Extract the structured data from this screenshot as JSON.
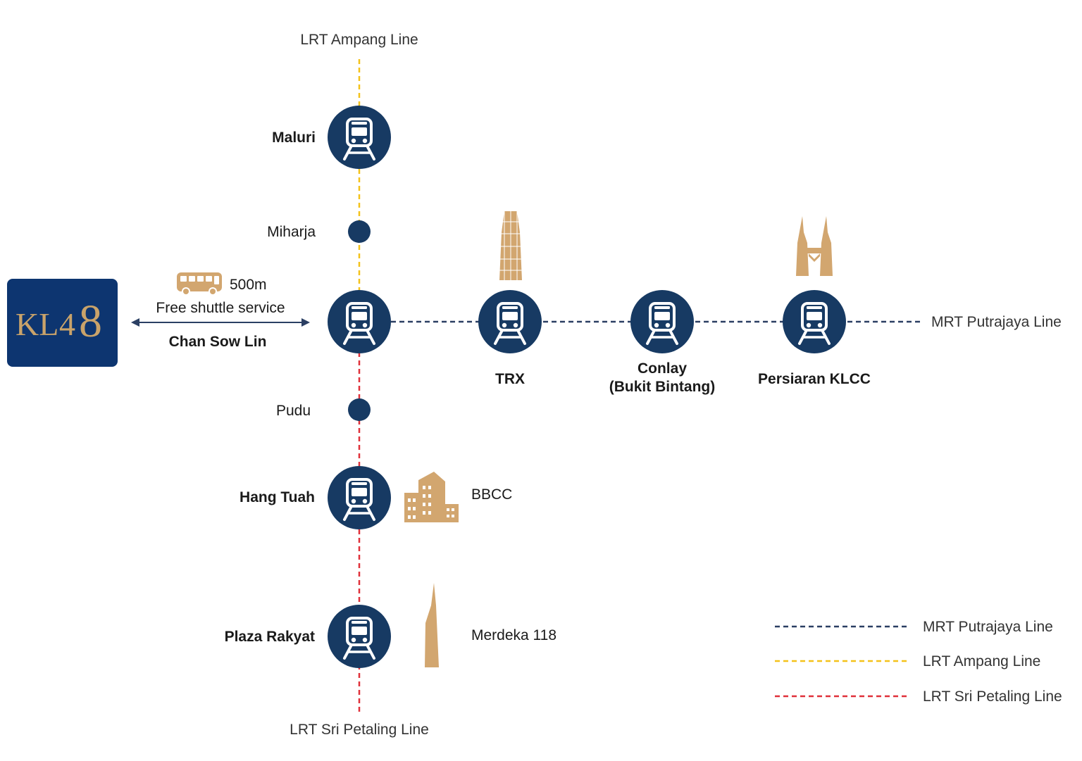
{
  "colors": {
    "navy": "#173a63",
    "mrt_line": "#2b3f63",
    "ampang_line": "#f4c21a",
    "sri_petaling_line": "#e0313a",
    "gold": "#d2a66f",
    "logo_bg": "#0d3570",
    "logo_gold": "#c9a36a"
  },
  "icons": {
    "station": "train-icon",
    "shuttle": "bus-icon",
    "arrow": "double-arrow-icon",
    "trx_landmark": "skyscraper-icon",
    "klcc_landmark": "twin-towers-icon",
    "bbcc_landmark": "office-buildings-icon",
    "merdeka_landmark": "spire-tower-icon"
  },
  "lines": {
    "ampang": "LRT Ampang Line",
    "sri_petaling": "LRT Sri Petaling Line",
    "putrajaya": "MRT Putrajaya Line"
  },
  "stations": {
    "maluri": "Maluri",
    "miharja": "Miharja",
    "chan_sow_lin": "Chan Sow Lin",
    "pudu": "Pudu",
    "hang_tuah": "Hang Tuah",
    "plaza_rakyat": "Plaza Rakyat",
    "trx": "TRX",
    "conlay_1": "Conlay",
    "conlay_2": "(Bukit Bintang)",
    "persiaran_klcc": "Persiaran KLCC"
  },
  "landmarks": {
    "bbcc": "BBCC",
    "merdeka": "Merdeka 118"
  },
  "shuttle": {
    "distance": "500m",
    "service": "Free shuttle service"
  },
  "logo": {
    "kl": "KL",
    "four": "4",
    "eight": "8"
  },
  "legend": [
    {
      "name": "MRT Putrajaya Line"
    },
    {
      "name": "LRT Ampang Line"
    },
    {
      "name": "LRT Sri Petaling Line"
    }
  ]
}
